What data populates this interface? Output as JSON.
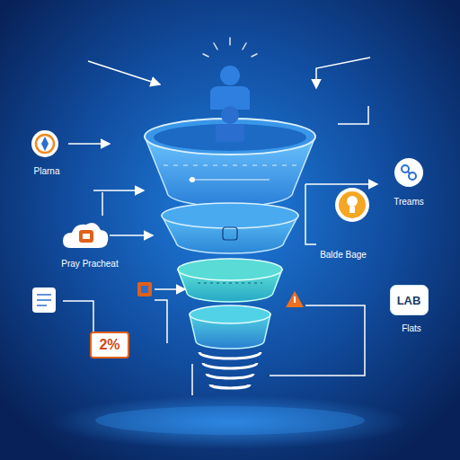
{
  "diagram": {
    "nodes": [
      {
        "text": [
          "2%"
        ]
      },
      {
        "text": [
          "LAB"
        ]
      }
    ],
    "labels": [
      "Plarna",
      "Pray Pracheat",
      "Treams",
      "Balde Bage",
      "Flats"
    ]
  }
}
